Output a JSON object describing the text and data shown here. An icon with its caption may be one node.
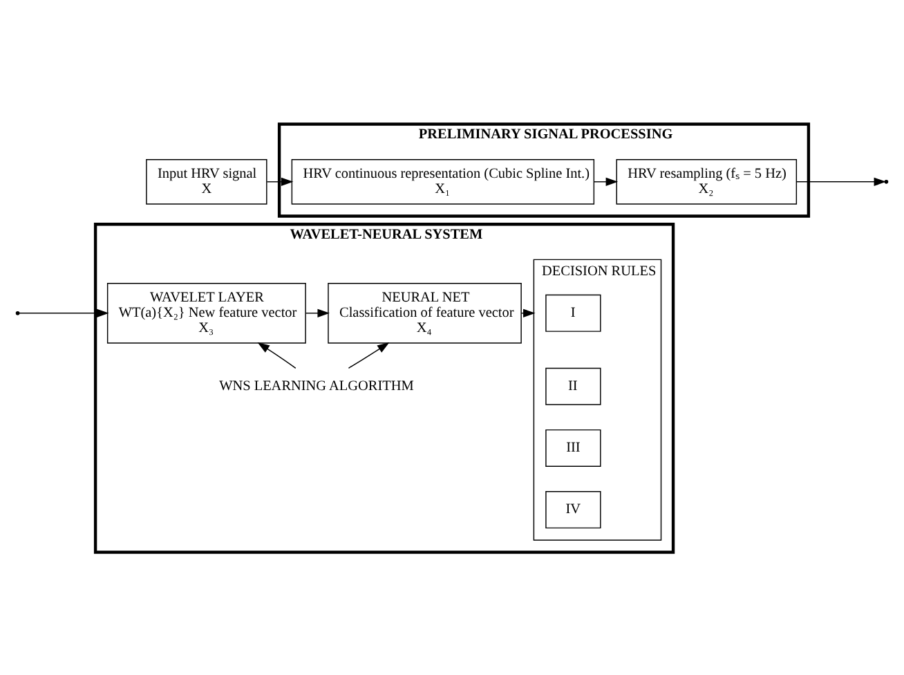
{
  "diagram": {
    "nodes": [
      {
        "text": [
          "PRELIMINARY SIGNAL PROCESSING"
        ]
      },
      {
        "text": [
          "Input HRV signal",
          "X"
        ]
      },
      {
        "text": [
          "HRV continuous representation (Cubic Spline Int.)",
          "X₁"
        ],
        "in": 0
      },
      {
        "text": [
          "HRV resampling (fₛ = 5 Hz)",
          "X₂"
        ],
        "in": 0
      },
      {
        "text": [
          "WAVELET-NEURAL SYSTEM"
        ]
      },
      {
        "text": [
          "WAVELET LAYER",
          "WT(a){X₂} New feature vector",
          "X₃"
        ],
        "in": 4
      },
      {
        "text": [
          "NEURAL NET",
          "Classification of feature vector",
          "X₄"
        ],
        "in": 4
      },
      {
        "text": [
          "DECISION RULES"
        ],
        "in": 4
      },
      {
        "text": [
          "I"
        ],
        "in": 7
      },
      {
        "text": [
          "II"
        ],
        "in": 7
      },
      {
        "text": [
          "III"
        ],
        "in": 7
      },
      {
        "text": [
          "IV"
        ],
        "in": 7
      },
      {
        "text": [
          "WNS LEARNING ALGORITHM"
        ],
        "in": 4
      }
    ],
    "edges": [
      {
        "from": 1,
        "to": 2,
        "arrow": "to"
      },
      {
        "from": 2,
        "to": 3,
        "arrow": "to"
      },
      {
        "from": 3,
        "to": null,
        "arrow": "to"
      },
      {
        "from": null,
        "to": 5,
        "arrow": "to"
      },
      {
        "from": 5,
        "to": 6,
        "arrow": "to"
      },
      {
        "from": 6,
        "to": 7,
        "arrow": "to"
      },
      {
        "from": 12,
        "to": 5,
        "arrow": "to"
      },
      {
        "from": 12,
        "to": 6,
        "arrow": "to"
      }
    ]
  }
}
